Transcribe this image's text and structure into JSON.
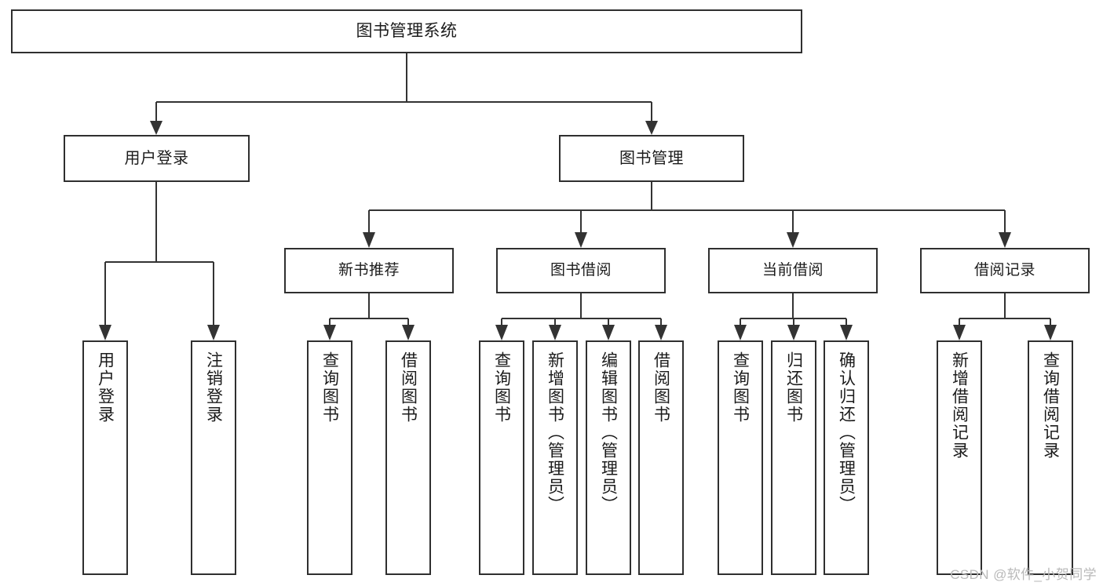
{
  "diagram": {
    "title": "图书管理系统",
    "watermark": "CSDN @软件_小贺同学",
    "colors": {
      "box_border": "#2f2f2f",
      "connector": "#333333",
      "background": "#ffffff",
      "text": "#1b1b1b",
      "watermark": "#b9b9b9"
    },
    "root": {
      "label": "图书管理系统"
    },
    "level_two": [
      {
        "label": "用户登录"
      },
      {
        "label": "图书管理"
      }
    ],
    "level_three": [
      {
        "label": "新书推荐"
      },
      {
        "label": "图书借阅"
      },
      {
        "label": "当前借阅"
      },
      {
        "label": "借阅记录"
      }
    ],
    "leaves": {
      "user_login": [
        {
          "label": "用户登录"
        },
        {
          "label": "注销登录"
        }
      ],
      "new_book_recommend": [
        {
          "label": "查询图书"
        },
        {
          "label": "借阅图书"
        }
      ],
      "book_borrow": [
        {
          "label": "查询图书"
        },
        {
          "label": "新增图书（管理员）"
        },
        {
          "label": "编辑图书（管理员）"
        },
        {
          "label": "借阅图书"
        }
      ],
      "current_borrow": [
        {
          "label": "查询图书"
        },
        {
          "label": "归还图书"
        },
        {
          "label": "确认归还（管理员）"
        }
      ],
      "borrow_record": [
        {
          "label": "新增借阅记录"
        },
        {
          "label": "查询借阅记录"
        }
      ]
    }
  }
}
